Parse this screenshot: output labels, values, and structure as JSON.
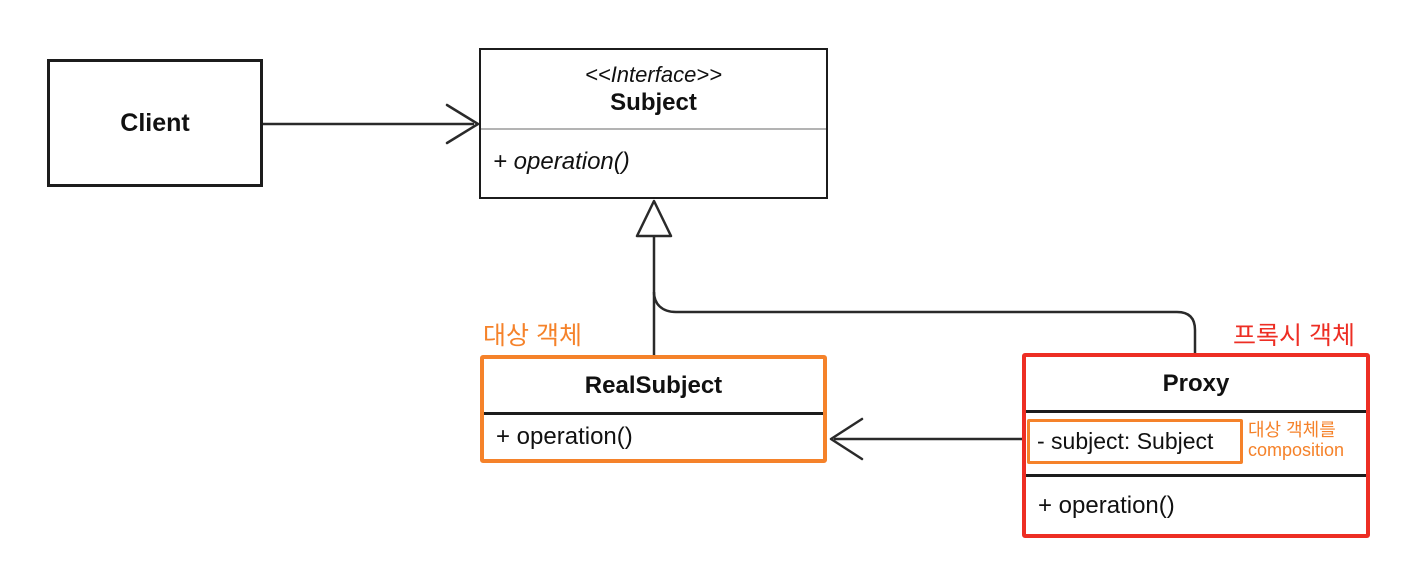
{
  "colors": {
    "orange": "#F5822A",
    "red": "#ED2E24",
    "line_black": "#2A2A2A"
  },
  "annotations": {
    "target_object": "대상 객체",
    "proxy_object": "프록시 객체"
  },
  "classes": {
    "client": {
      "name": "Client"
    },
    "subject": {
      "stereotype": "<<Interface>>",
      "name": "Subject",
      "methods": [
        "+ operation()"
      ]
    },
    "real_subject": {
      "name": "RealSubject",
      "methods": [
        "+ operation()"
      ]
    },
    "proxy": {
      "name": "Proxy",
      "fields": [
        "- subject: Subject"
      ],
      "methods": [
        "+ operation()"
      ],
      "field_note_lines": [
        "대상 객체를",
        "composition"
      ]
    }
  }
}
